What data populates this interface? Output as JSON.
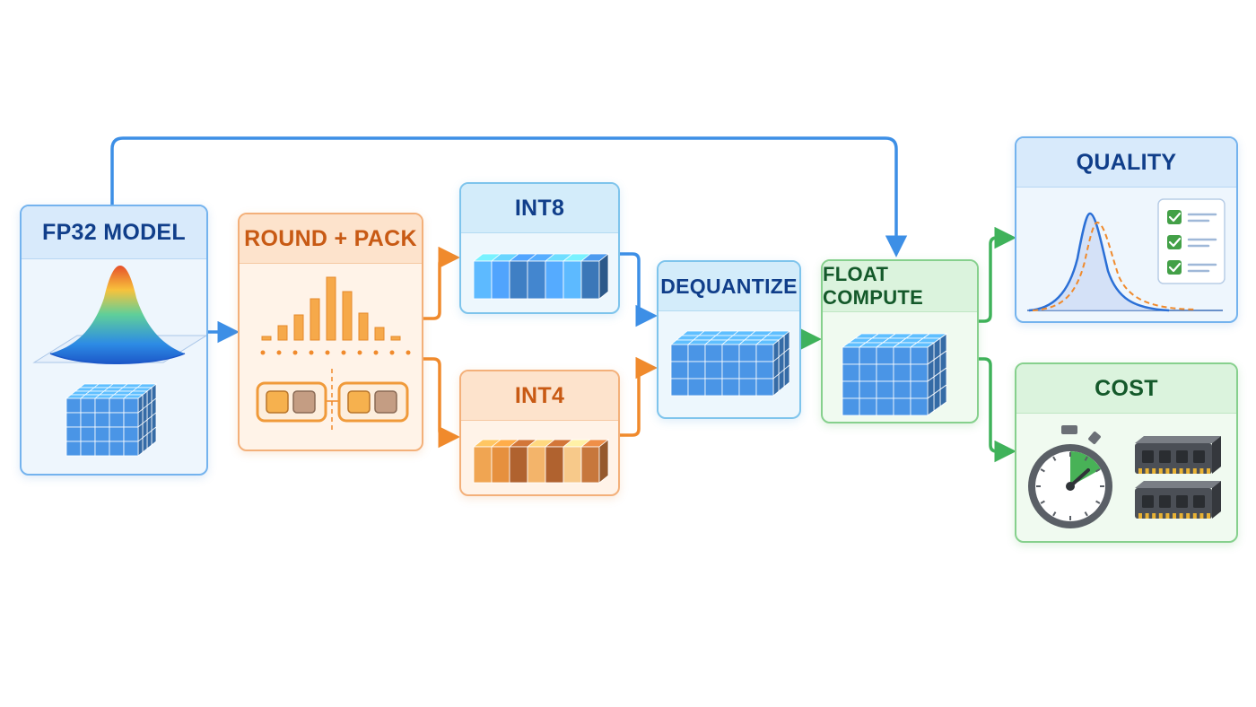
{
  "diagram": {
    "nodes": {
      "fp32_model": {
        "label": "FP32 MODEL"
      },
      "round_pack": {
        "label": "ROUND + PACK"
      },
      "int8": {
        "label": "INT8"
      },
      "int4": {
        "label": "INT4"
      },
      "dequantize": {
        "label": "DEQUANTIZE"
      },
      "float_compute": {
        "label": "FLOAT COMPUTE"
      },
      "quality": {
        "label": "QUALITY"
      },
      "cost": {
        "label": "COST"
      }
    },
    "edges": [
      {
        "from": "fp32_model",
        "to": "round_pack"
      },
      {
        "from": "round_pack",
        "to": "int8"
      },
      {
        "from": "round_pack",
        "to": "int4"
      },
      {
        "from": "int8",
        "to": "dequantize"
      },
      {
        "from": "int4",
        "to": "dequantize"
      },
      {
        "from": "dequantize",
        "to": "float_compute"
      },
      {
        "from": "fp32_model",
        "to": "float_compute"
      },
      {
        "from": "float_compute",
        "to": "quality"
      },
      {
        "from": "float_compute",
        "to": "cost"
      }
    ],
    "colors": {
      "blue_flow": "#3d8fe6",
      "orange_flow": "#f08a2c",
      "green_flow": "#3fb25a",
      "cube_blue": "#4a95e6",
      "cube_orange": "#f0a552",
      "cube_brown": "#b0622f",
      "check_green": "#43a047"
    },
    "icons": {
      "fp32_model": [
        "gaussian-surface-icon",
        "weight-cube-icon"
      ],
      "round_pack": [
        "histogram-icon",
        "packed-bits-icon"
      ],
      "int8": [
        "int8-blocks-icon"
      ],
      "int4": [
        "int4-blocks-icon"
      ],
      "dequantize": [
        "tensor-cube-icon"
      ],
      "float_compute": [
        "tensor-cube-icon"
      ],
      "quality": [
        "distribution-curves-icon",
        "checklist-icon"
      ],
      "cost": [
        "stopwatch-icon",
        "memory-chip-icon"
      ]
    }
  }
}
